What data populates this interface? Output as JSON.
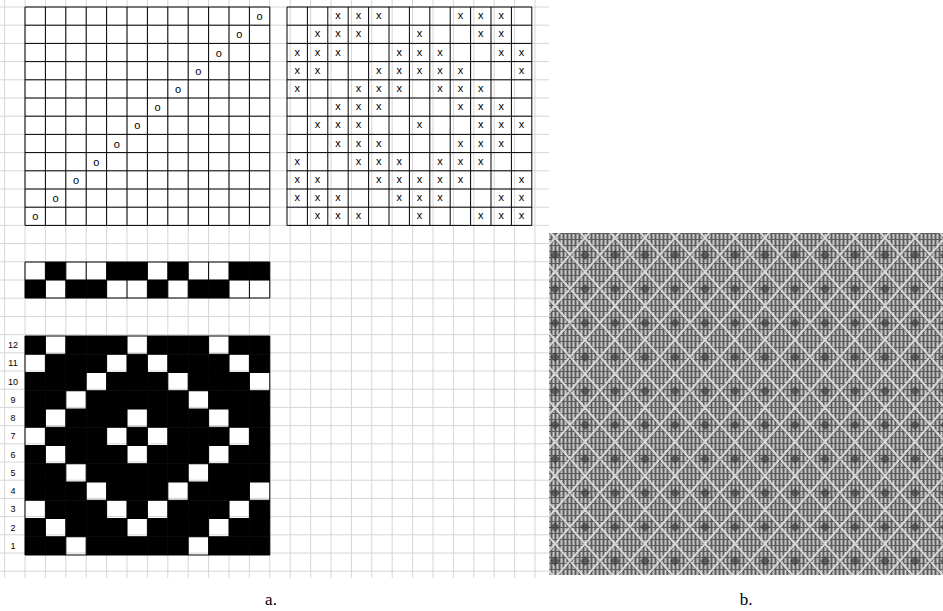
{
  "diagram": {
    "labels": [
      "o",
      "o",
      "o",
      "o",
      "o",
      "o",
      "o",
      "o",
      "o",
      "o",
      "o",
      "o",
      "x",
      "x",
      "x",
      "x",
      "x",
      "x",
      "x",
      "x",
      "x",
      "x",
      "x",
      "x",
      "x",
      "x",
      "x",
      "x",
      "x",
      "x",
      "x",
      "x",
      "x",
      "x",
      "x",
      "x",
      "x",
      "x",
      "x",
      "x",
      "x",
      "x",
      "x",
      "x",
      "x",
      "x",
      "x",
      "x",
      "x",
      "x",
      "x",
      "x",
      "x",
      "x",
      "x",
      "x",
      "x",
      "x",
      "x",
      "x",
      "x",
      "x",
      "x",
      "x",
      "x",
      "x",
      "x",
      "x",
      "x",
      "x",
      "x",
      "x",
      "x",
      "x",
      "x",
      "x",
      "x",
      "x",
      "x",
      "x",
      "x",
      "x",
      "x",
      "x",
      "x",
      "x",
      "x",
      "x",
      "x",
      "x",
      "x",
      "x",
      "x",
      "x",
      "x",
      "x",
      "12",
      "11",
      "10",
      "9",
      "8",
      "7",
      "6",
      "5",
      "4",
      "3",
      "2",
      "1",
      "a.",
      "b."
    ]
  }
}
